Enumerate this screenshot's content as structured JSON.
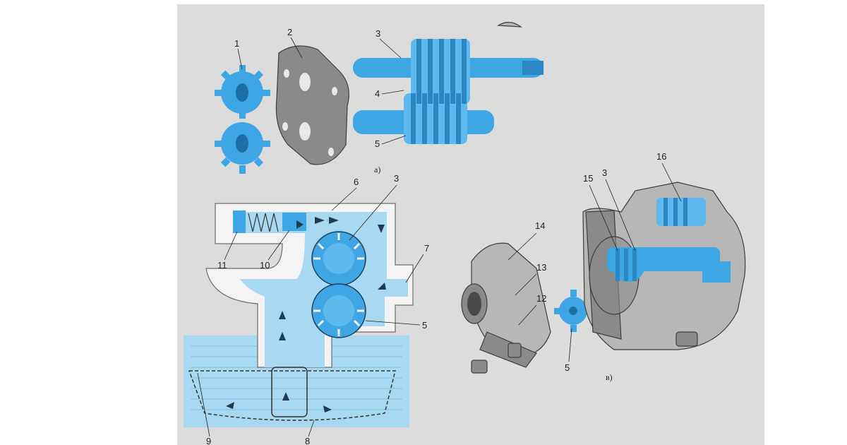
{
  "figure": {
    "captions": {
      "a": "а)",
      "b": "в)"
    },
    "labels": {
      "a1": "1",
      "a2": "2",
      "a3": "3",
      "a4": "4",
      "a5": "5",
      "b6": "6",
      "b3": "3",
      "b7": "7",
      "b5": "5",
      "b11": "11",
      "b10": "10",
      "b9": "9",
      "b8": "8",
      "c14": "14",
      "c13": "13",
      "c12": "12",
      "c5": "5",
      "c15": "15",
      "c3": "3",
      "c16": "16"
    },
    "colors": {
      "part_blue": "#3fa6e6",
      "oil_blue": "#a9d9f2",
      "metal_gray": "#8a8a8a",
      "sheet": "#dcdcdc"
    }
  }
}
